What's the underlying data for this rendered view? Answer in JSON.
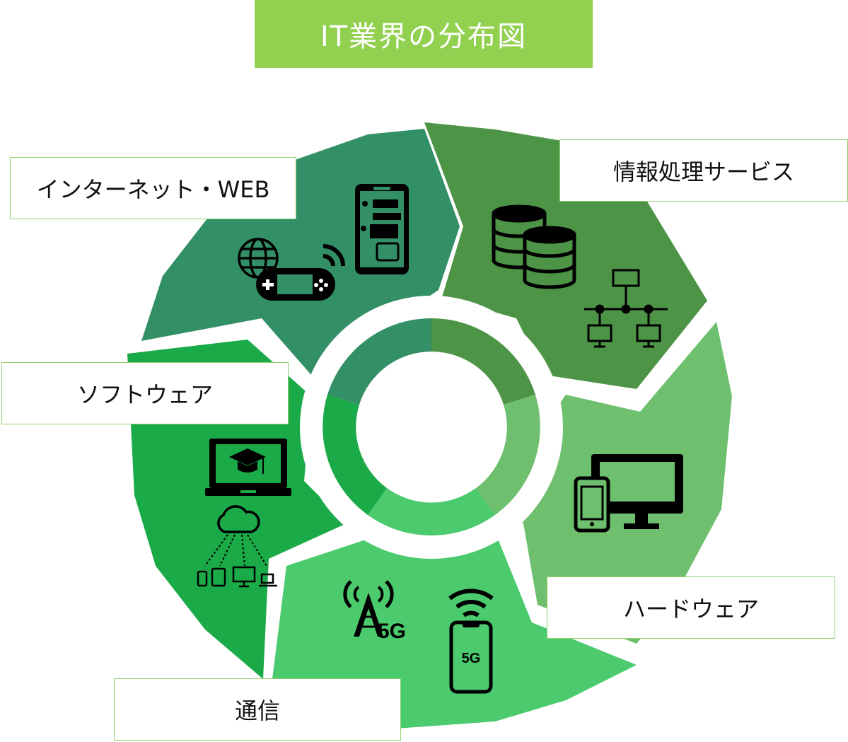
{
  "title": "IT業界の分布図",
  "colors": {
    "title_bg": "#92d050",
    "internet": "#338f66",
    "info": "#4d9447",
    "hardware": "#6ebf6e",
    "telecom": "#4cca6e",
    "software": "#1aaa48",
    "label_border": "#8fd06b"
  },
  "segments": [
    {
      "key": "internet",
      "label": "インターネット・WEB",
      "icons": [
        "globe-icon",
        "handheld-game-console-icon",
        "wireless-signal-icon",
        "smartphone-chat-icon"
      ]
    },
    {
      "key": "info",
      "label": "情報処理サービス",
      "icons": [
        "database-icon",
        "network-topology-icon"
      ]
    },
    {
      "key": "hardware",
      "label": "ハードウェア",
      "icons": [
        "monitor-icon",
        "smartphone-icon"
      ]
    },
    {
      "key": "telecom",
      "label": "通信",
      "icons": [
        "5g-antenna-tower-icon",
        "5g-smartphone-icon",
        "wifi-icon"
      ],
      "icon_text": "5G"
    },
    {
      "key": "software",
      "label": "ソフトウェア",
      "icons": [
        "e-learning-laptop-icon",
        "cloud-network-icon"
      ]
    }
  ]
}
